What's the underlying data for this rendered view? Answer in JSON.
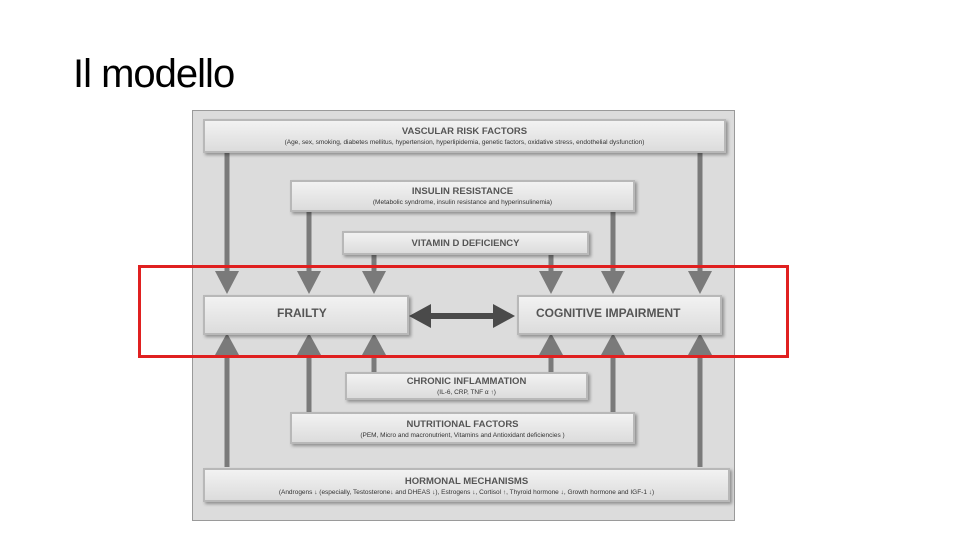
{
  "slide": {
    "title": "Il modello"
  },
  "diagram": {
    "vascular": {
      "title": "VASCULAR RISK FACTORS",
      "subtitle": "(Age, sex, smoking, diabetes mellitus, hypertension, hyperlipidemia, genetic factors, oxidative stress, endothelial dysfunction)"
    },
    "insulin": {
      "title": "INSULIN RESISTANCE",
      "subtitle": "(Metabolic syndrome, insulin resistance and hyperinsulinemia)"
    },
    "vitamin_d": {
      "title": "VITAMIN D DEFICIENCY"
    },
    "frailty": {
      "title": "FRAILTY"
    },
    "cognitive": {
      "title": "COGNITIVE IMPAIRMENT"
    },
    "inflammation": {
      "title": "CHRONIC INFLAMMATION",
      "subtitle": "(IL-6, CRP, TNF α ↑)"
    },
    "nutritional": {
      "title": "NUTRITIONAL FACTORS",
      "subtitle": "(PEM, Micro and macronutrient, Vitamins and Antioxidant deficiencies )"
    },
    "hormonal": {
      "title": "HORMONAL MECHANISMS",
      "subtitle": "(Androgens ↓ (especially, Testosterone↓ and DHEAS ↓), Estrogens ↓, Cortisol ↑, Thyroid hormone ↓, Growth hormone and IGF-1 ↓)"
    }
  },
  "colors": {
    "highlight": "#e02020",
    "arrow": "#7a7a7a",
    "bidirectional_arrow": "#4a4a4a"
  }
}
